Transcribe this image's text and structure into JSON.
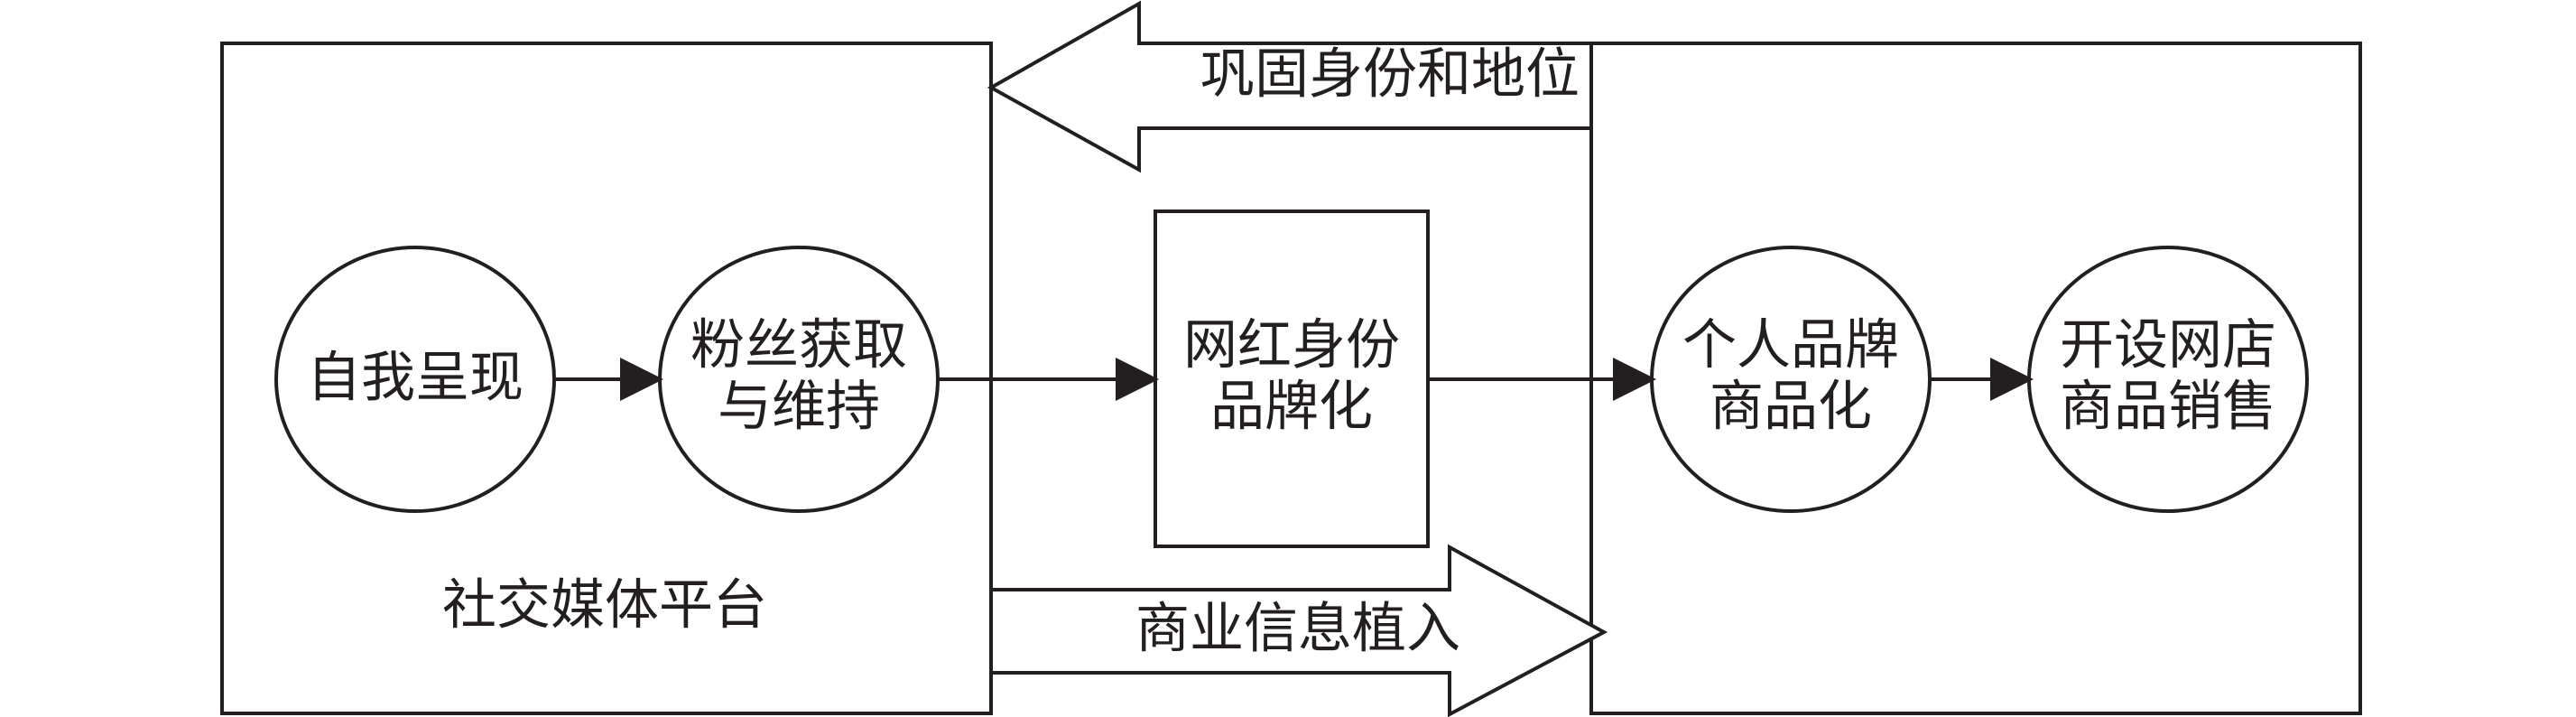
{
  "diagram": {
    "platform_label": "社交媒体平台",
    "top_flow_label": "巩固身份和地位",
    "bottom_flow_label": "商业信息植入",
    "nodes": {
      "self_presentation": "自我呈现",
      "fan_acquisition_line1": "粉丝获取",
      "fan_acquisition_line2": "与维持",
      "branding_line1": "网红身份",
      "branding_line2": "品牌化",
      "personal_brand_line1": "个人品牌",
      "personal_brand_line2": "商品化",
      "online_store_line1": "开设网店",
      "online_store_line2": "商品销售"
    }
  }
}
